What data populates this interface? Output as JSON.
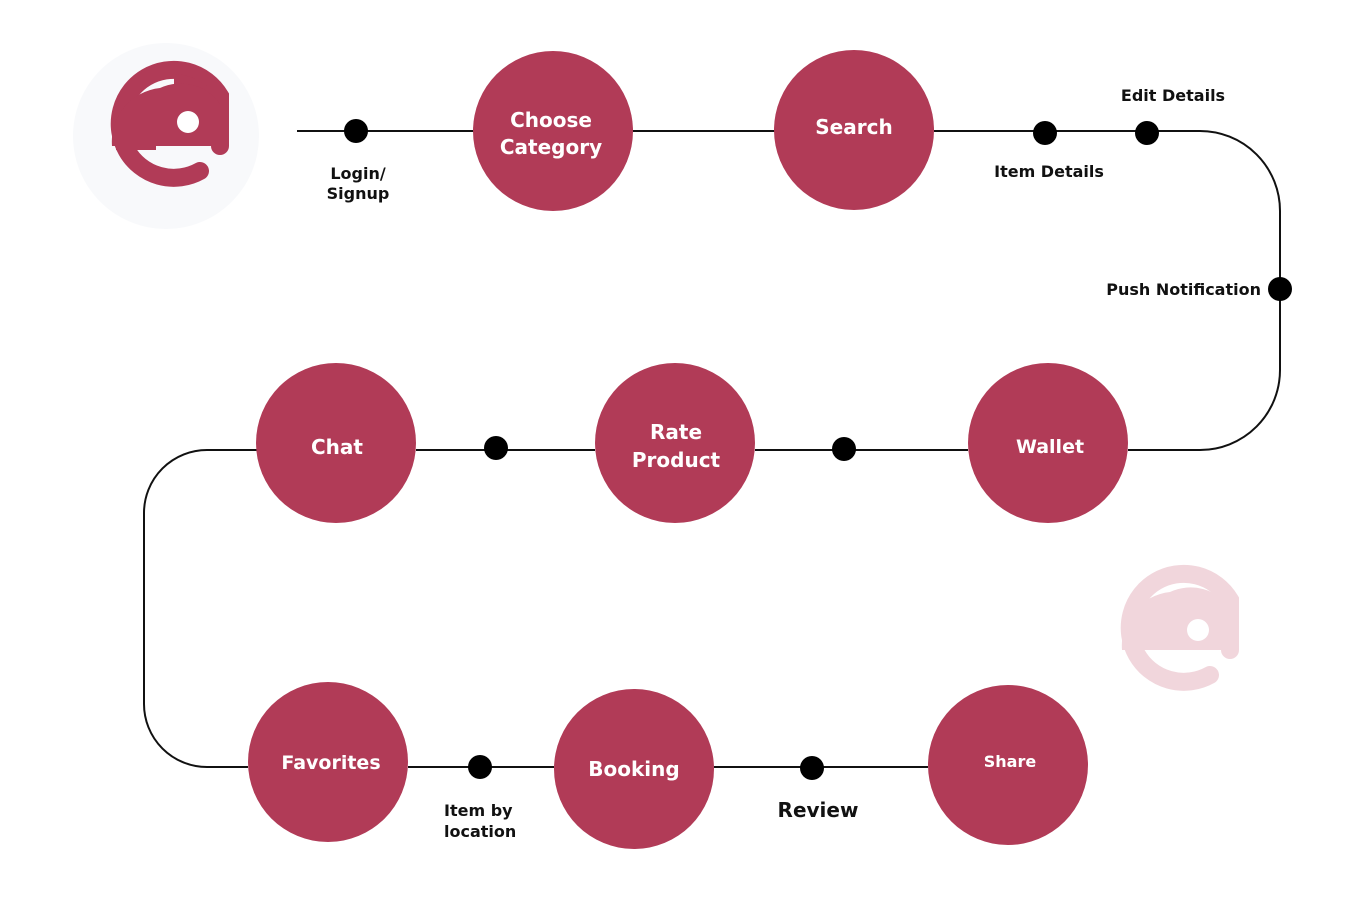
{
  "colors": {
    "node_fill": "#b13b57",
    "line": "#111111",
    "dot": "#000000",
    "logo_primary": "#b13b57",
    "logo_faded": "#f1d6dc",
    "logo_bg": "#f8f9fb"
  },
  "nodes": {
    "choose_category": {
      "line1": "Choose",
      "line2": "Category"
    },
    "search": {
      "label": "Search"
    },
    "wallet": {
      "label": "Wallet"
    },
    "rate_product": {
      "line1": "Rate",
      "line2": "Product"
    },
    "chat": {
      "label": "Chat"
    },
    "favorites": {
      "label": "Favorites"
    },
    "booking": {
      "label": "Booking"
    },
    "share": {
      "label": "Share"
    }
  },
  "edges": {
    "login_signup": {
      "line1": "Login/",
      "line2": "Signup"
    },
    "item_details": "Item Details",
    "edit_details": "Edit Details",
    "push_notification": "Push Notification",
    "item_by_location": {
      "line1": "Item by",
      "line2": "location"
    },
    "review": "Review"
  },
  "icons": {
    "brand_logo": "chameleon-e-logo-icon",
    "faded_logo": "chameleon-e-logo-icon"
  }
}
